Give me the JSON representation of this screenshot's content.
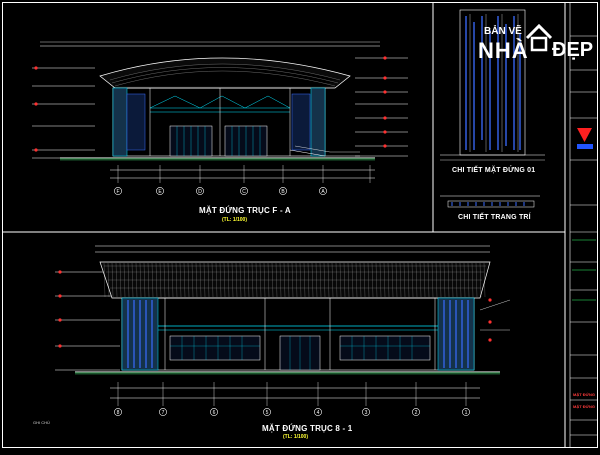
{
  "drawings": {
    "top_elevation": {
      "title": "MẶT ĐỨNG TRỤC F - A",
      "scale": "(TL: 1/100)",
      "grid_labels": [
        "F",
        "E",
        "D",
        "C",
        "B",
        "A"
      ]
    },
    "detail": {
      "title": "CHI TIẾT MẶT ĐỨNG 01",
      "subtitle": "CHI TIẾT TRANG TRÍ"
    },
    "bottom_elevation": {
      "title": "MẶT ĐỨNG TRỤC 8 - 1",
      "scale": "(TL: 1/100)",
      "grid_labels": [
        "8",
        "7",
        "6",
        "5",
        "4",
        "3",
        "2",
        "1"
      ]
    },
    "note": "GHI CHÚ"
  },
  "watermark": {
    "line1": "BẢN VẼ",
    "line2": "NHÀ",
    "line3": "ĐẸP"
  },
  "title_block": {
    "rows": [
      "MẶT ĐỨNG",
      "MẶT ĐỨNG"
    ]
  },
  "colors": {
    "background": "#000000",
    "line_white": "#ffffff",
    "line_cyan": "#00e5ff",
    "line_blue": "#3a6cff",
    "line_red": "#ff3030",
    "line_yellow": "#ffff33",
    "line_green": "#33ff66",
    "line_magenta": "#ff33ff"
  }
}
